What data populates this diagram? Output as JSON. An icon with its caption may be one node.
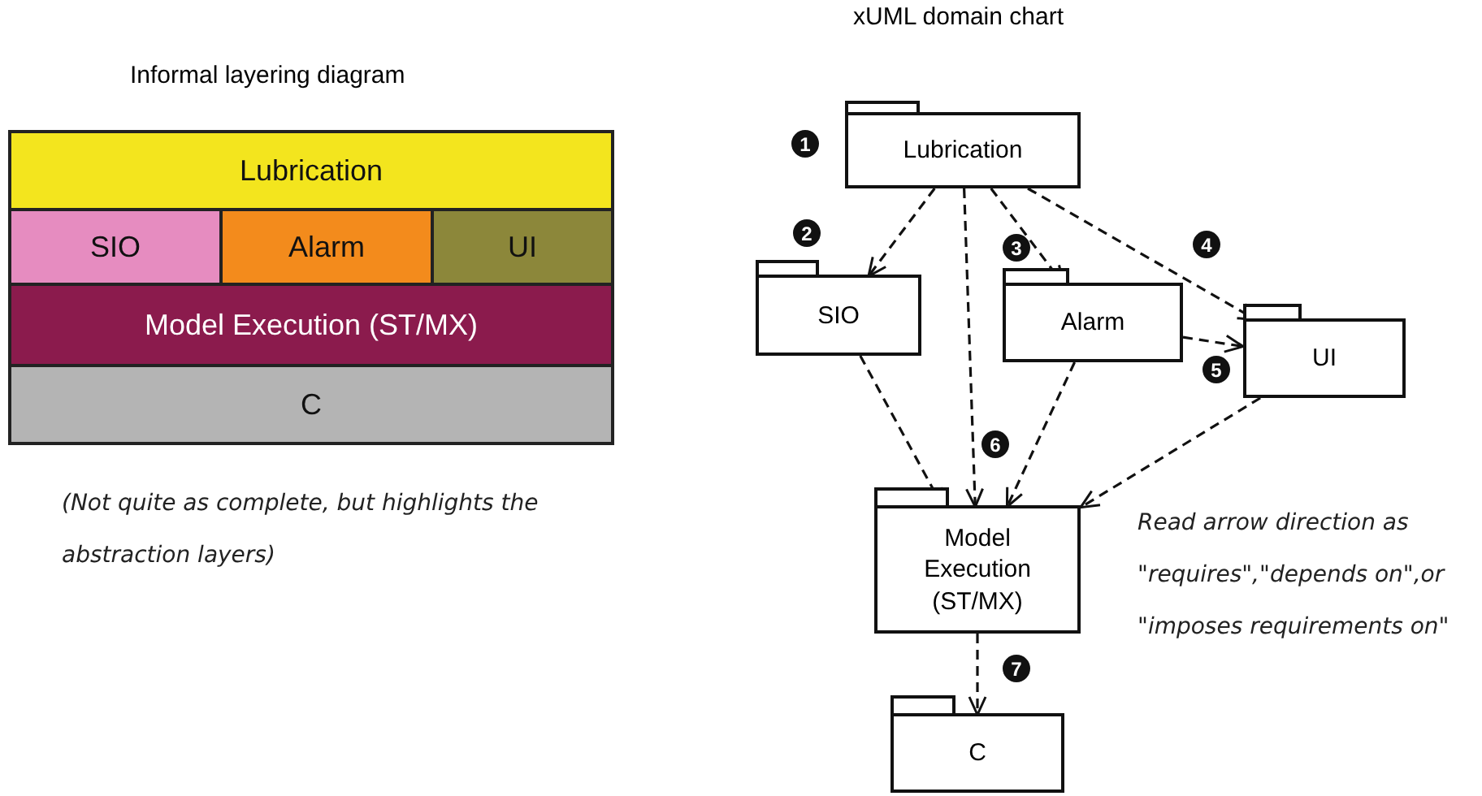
{
  "diagram": {
    "nodes": [
      {
        "text": [
          "Lubrication"
        ]
      },
      {
        "text": [
          "SIO"
        ]
      },
      {
        "text": [
          "Alarm"
        ]
      },
      {
        "text": [
          "UI"
        ]
      },
      {
        "text": [
          "Model Execution (ST/MX)"
        ]
      },
      {
        "text": [
          "C"
        ]
      },
      {
        "text": [
          "Lubrication"
        ]
      },
      {
        "text": [
          "SIO"
        ]
      },
      {
        "text": [
          "Alarm"
        ]
      },
      {
        "text": [
          "UI"
        ]
      },
      {
        "text": [
          "Model Execution (ST/MX)"
        ]
      },
      {
        "text": [
          "C"
        ]
      }
    ],
    "edges": [
      {
        "from": 6,
        "to": 7,
        "arrow": "to",
        "style": "dashed"
      },
      {
        "from": 6,
        "to": 10,
        "arrow": "to",
        "style": "dashed"
      },
      {
        "from": 6,
        "to": 8,
        "arrow": "to",
        "style": "dashed"
      },
      {
        "from": 6,
        "to": 9,
        "arrow": "to",
        "style": "dashed"
      },
      {
        "from": 8,
        "to": 9,
        "arrow": "to",
        "style": "dashed"
      },
      {
        "from": 7,
        "to": 10,
        "arrow": "to",
        "style": "dashed"
      },
      {
        "from": 8,
        "to": 10,
        "arrow": "to",
        "style": "dashed"
      },
      {
        "from": 9,
        "to": 10,
        "arrow": "to",
        "style": "dashed"
      },
      {
        "from": 10,
        "to": 11,
        "arrow": "to",
        "style": "dashed"
      }
    ],
    "labels": [
      "Informal layering diagram",
      "xUML domain chart",
      "1",
      "2",
      "3",
      "4",
      "5",
      "6",
      "(Not quite as complete, but highlights the abstraction layers)",
      "Read arrow direction as \"requires\",\"depends on\",or \"imposes requirements on\"",
      "7"
    ]
  }
}
